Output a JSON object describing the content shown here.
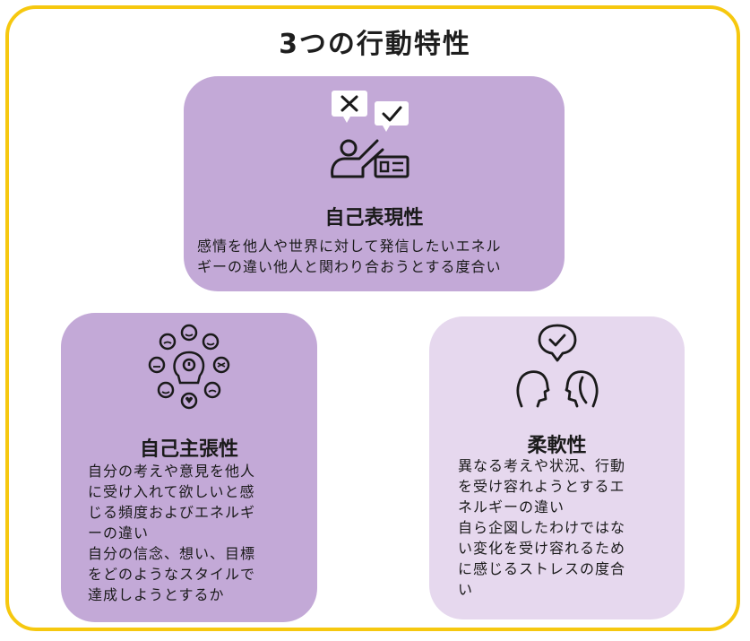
{
  "title": "3つの行動特性",
  "cards": [
    {
      "title": "自己表現性",
      "desc_lines": [
        "感情を他人や世界に対して発信したいエネル",
        "ギーの違い他人と関わり合おうとする度合い"
      ],
      "icon": "presenter-icon",
      "color": "#c3a9d7"
    },
    {
      "title": "自己主張性",
      "desc_lines": [
        "自分の考えや意見を他人",
        "に受け入れて欲しいと感",
        "じる頻度およびエネルギ",
        "ーの違い",
        "自分の信念、想い、目標",
        "をどのようなスタイルで",
        "達成しようとするか"
      ],
      "icon": "emotions-head-icon",
      "color": "#c3a9d7"
    },
    {
      "title": "柔軟性",
      "desc_lines": [
        "異なる考えや状況、行動",
        "を受け容れようとするエ",
        "ネルギーの違い",
        "自ら企図したわけではな",
        "い変化を受け容れるため",
        "に感じるストレスの度合",
        "い"
      ],
      "icon": "two-people-agreement-icon",
      "color": "#e6d8ee"
    }
  ],
  "colors": {
    "frame": "#f6c80f",
    "text": "#1a1a1a"
  }
}
